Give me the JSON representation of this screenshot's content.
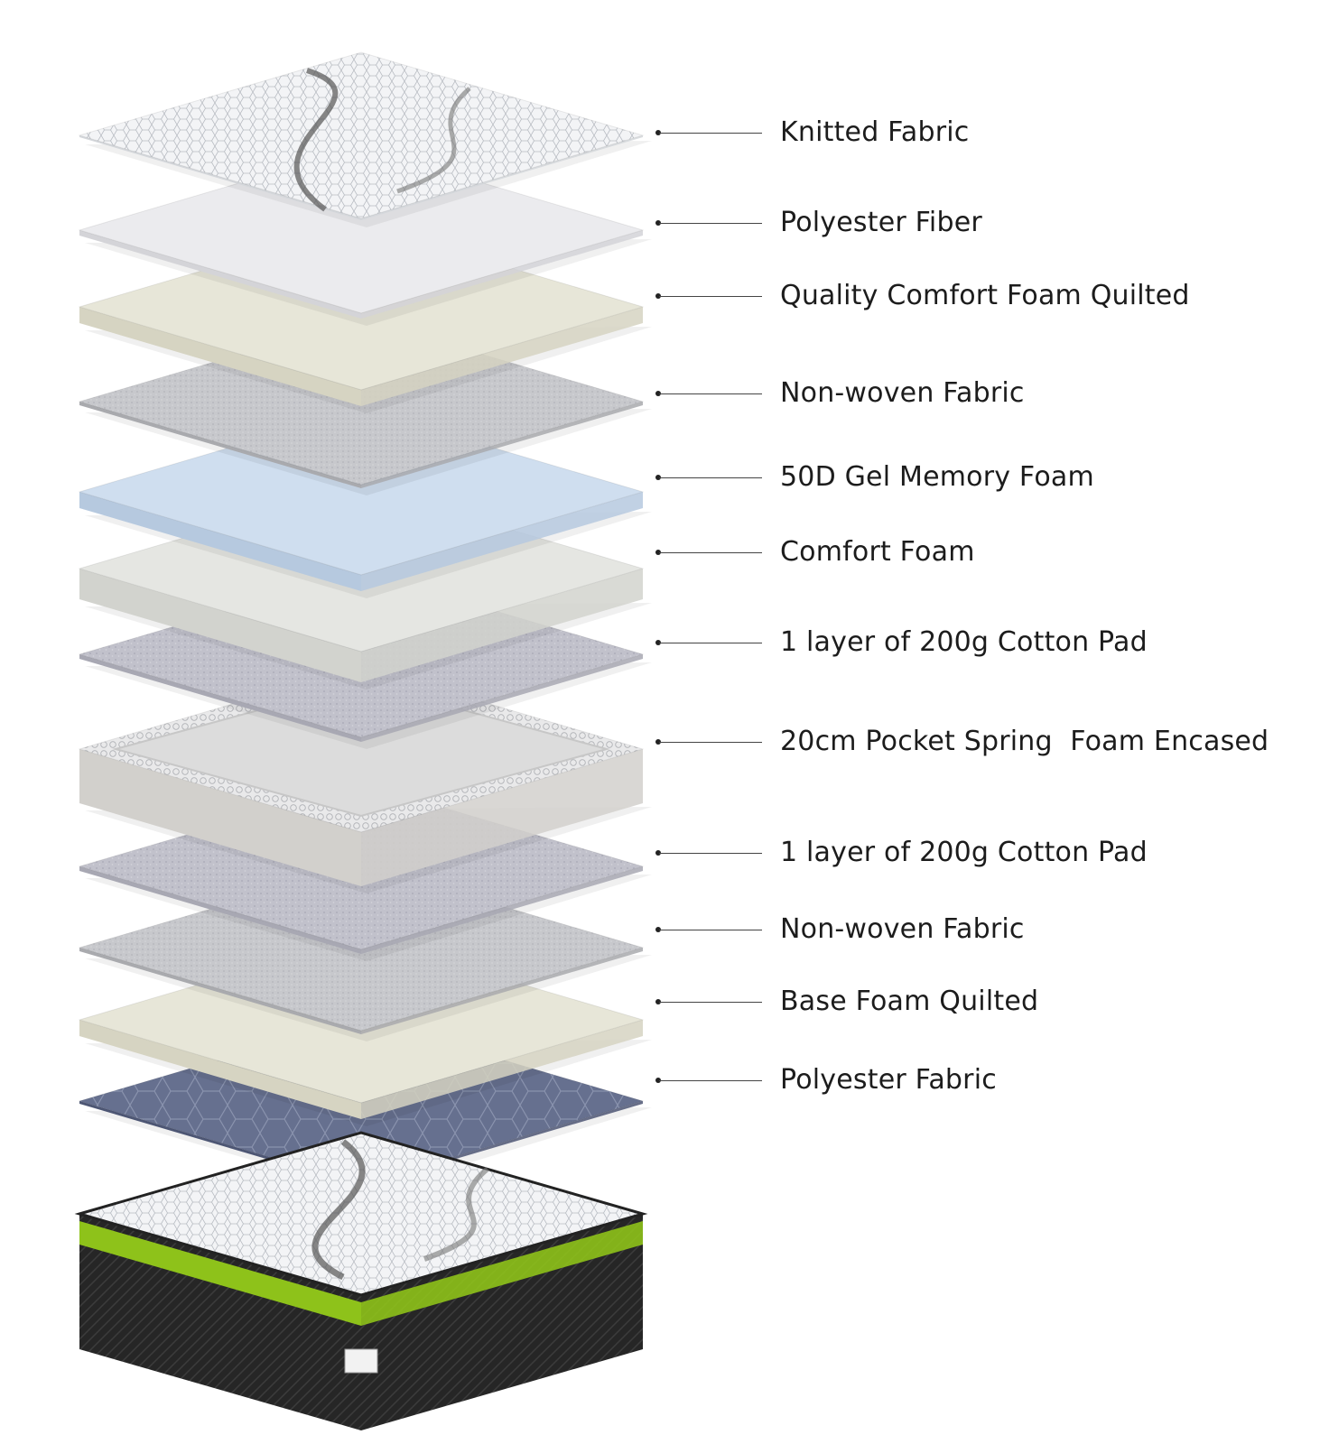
{
  "layers": [
    {
      "label": "Knitted Fabric",
      "kind": "knit"
    },
    {
      "label": "Polyester Fiber",
      "kind": "fiber"
    },
    {
      "label": "Quality Comfort Foam Quilted",
      "kind": "foam_cream"
    },
    {
      "label": "Non-woven Fabric",
      "kind": "nonwoven"
    },
    {
      "label": "50D Gel Memory Foam",
      "kind": "gel"
    },
    {
      "label": "Comfort Foam",
      "kind": "foam_white"
    },
    {
      "label": "1 layer of 200g Cotton Pad",
      "kind": "cotton"
    },
    {
      "label": "20cm Pocket Spring  Foam Encased",
      "kind": "spring"
    },
    {
      "label": "1 layer of 200g Cotton Pad",
      "kind": "cotton"
    },
    {
      "label": "Non-woven Fabric",
      "kind": "nonwoven"
    },
    {
      "label": "Base Foam Quilted",
      "kind": "foam_cream"
    },
    {
      "label": "Polyester Fabric",
      "kind": "polyfabric"
    }
  ],
  "colors": {
    "knit": "#eef0f2",
    "fiber": "#ebebee",
    "foam_cream": "#e7e6d8",
    "nonwoven": "#c9cacd",
    "gel": "#cfdeef",
    "foam_white": "#e5e6e2",
    "cotton": "#c3c3cc",
    "spring": "#e3e3e3",
    "polyfabric": "#6a7494",
    "mattress_band": "#8ec21a",
    "mattress_base": "#2a2a2a"
  }
}
